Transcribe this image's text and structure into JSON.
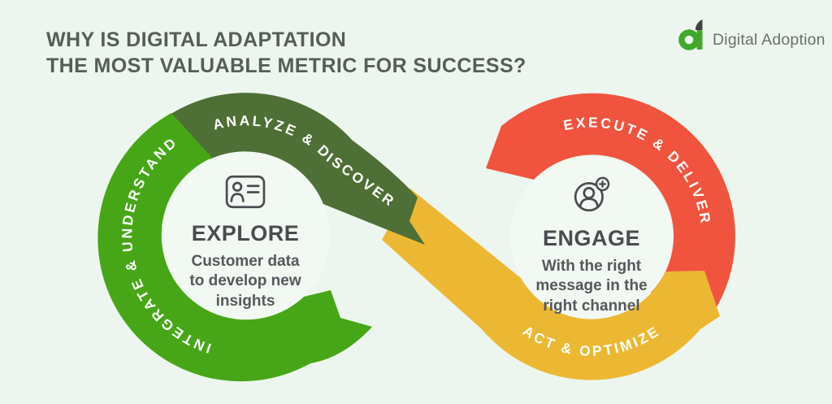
{
  "title": {
    "line1": "WHY IS DIGITAL ADAPTATION",
    "line2": "THE MOST VALUABLE METRIC FOR SUCCESS?"
  },
  "logo": {
    "text": "Digital Adoption",
    "icon": "digital-adoption-leaf-a-icon",
    "icon_green": "#42a72a",
    "icon_dark": "#3e4041"
  },
  "segments": {
    "analyze": {
      "label": "ANALYZE & DISCOVER",
      "color": "#4e6f35"
    },
    "integrate": {
      "label": "INTEGRATE & UNDERSTAND",
      "color": "#47a617"
    },
    "execute": {
      "label": "EXECUTE & DELIVER",
      "color": "#f0543f"
    },
    "act": {
      "label": "ACT & OPTIMIZE",
      "color": "#ecb833"
    }
  },
  "loops": {
    "explore": {
      "icon": "id-card-icon",
      "title": "EXPLORE",
      "description": "Customer data\nto develop new\ninsights"
    },
    "engage": {
      "icon": "add-user-icon",
      "title": "ENGAGE",
      "description": "With the right\nmessage in the\nright channel"
    }
  },
  "colors": {
    "background": "#edf6ee",
    "inner_circle": "#f1f9f2",
    "title_text": "#565d57",
    "body_text": "#4d4f52",
    "ribbon_text": "#ffffff"
  }
}
